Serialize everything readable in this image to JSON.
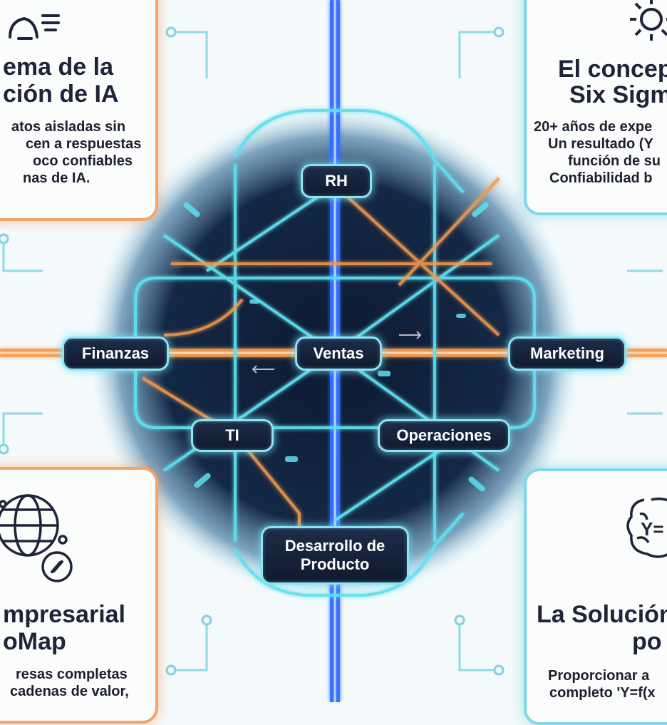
{
  "colors": {
    "network_dark": "#0f1d33",
    "line_cyan": "#5fe0f0",
    "line_orange": "#f39a4e",
    "line_blue": "#2f6cff",
    "card_left_border": "#f2a46b",
    "card_right_border": "#7fd8e6",
    "text_dark": "#22233a"
  },
  "cards": {
    "top_left": {
      "icon": "person-at-desk-icon",
      "title": [
        "ema de la",
        "ción de IA"
      ],
      "body": [
        "atos aisladas sin",
        "cen a respuestas",
        "oco confiables",
        "nas de IA."
      ]
    },
    "top_right": {
      "icon": "gear-icon",
      "title": [
        "El concep",
        "Six Sigm"
      ],
      "body": [
        "20+ años de expe",
        "Un resultado (Y",
        "función de su",
        "Confiabilidad b"
      ]
    },
    "bottom_left": {
      "icon": "globe-compass-icon",
      "title": [
        "mpresarial",
        "oMap"
      ],
      "body": [
        "resas completas",
        "cadenas de valor,"
      ]
    },
    "bottom_right": {
      "icon": "brain-formula-icon",
      "icon_text": "Y=",
      "title": [
        "La Solución",
        "po"
      ],
      "body": [
        "Proporcionar a",
        "completo 'Y=f(x"
      ]
    }
  },
  "nodes": {
    "rh": "RH",
    "finanzas": "Finanzas",
    "ventas": "Ventas",
    "marketing": "Marketing",
    "ti": "TI",
    "operaciones": "Operaciones",
    "desarrollo": [
      "Desarrollo de",
      "Producto"
    ]
  }
}
